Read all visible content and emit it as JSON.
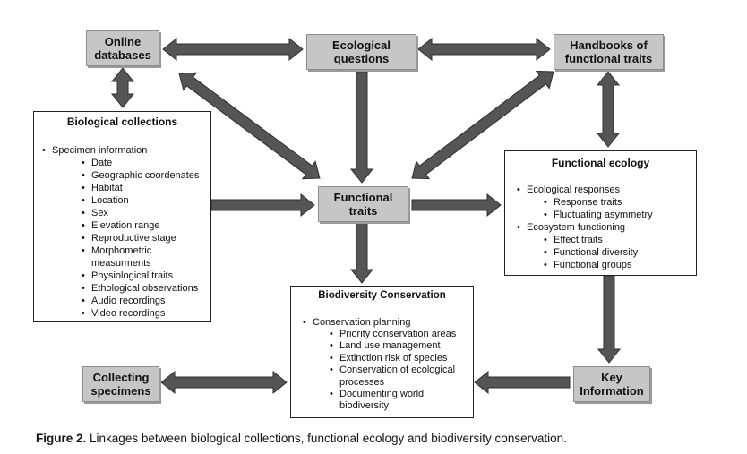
{
  "nodes": {
    "online_databases": [
      "Online",
      "databases"
    ],
    "ecological_questions": [
      "Ecological",
      "questions"
    ],
    "handbooks": [
      "Handbooks of",
      "functional traits"
    ],
    "functional_traits": [
      "Functional",
      "traits"
    ],
    "collecting_specimens": [
      "Collecting",
      "specimens"
    ],
    "key_information": [
      "Key",
      "Information"
    ]
  },
  "biological_collections": {
    "title": "Biological collections",
    "group": "Specimen information",
    "items": [
      "Date",
      "Geographic coordenates",
      "Habitat",
      "Location",
      "Sex",
      "Elevation range",
      "Reproductive stage",
      "Morphometric measurments",
      "Physiological traits",
      "Ethological observations",
      "Audio recordings",
      "Video recordings"
    ]
  },
  "functional_ecology": {
    "title": "Functional ecology",
    "groups": [
      {
        "label": "Ecological responses",
        "items": [
          "Response traits",
          "Fluctuating asymmetry"
        ]
      },
      {
        "label": "Ecosystem functioning",
        "items": [
          "Effect traits",
          "Functional diversity",
          "Functional groups"
        ]
      }
    ]
  },
  "biodiversity_conservation": {
    "title": "Biodiversity Conservation",
    "group": "Conservation planning",
    "items": [
      "Priority conservation areas",
      "Land use management",
      "Extinction risk of species",
      "Conservation of ecological processes",
      "Documenting world biodiversity"
    ]
  },
  "caption": {
    "label": "Figure 2.",
    "text": "Linkages between biological collections, functional ecology and biodiversity conservation."
  },
  "colors": {
    "box_fill": "#c6c6c6",
    "arrow_fill": "#555555",
    "arrow_stroke": "#2e2e2e"
  }
}
